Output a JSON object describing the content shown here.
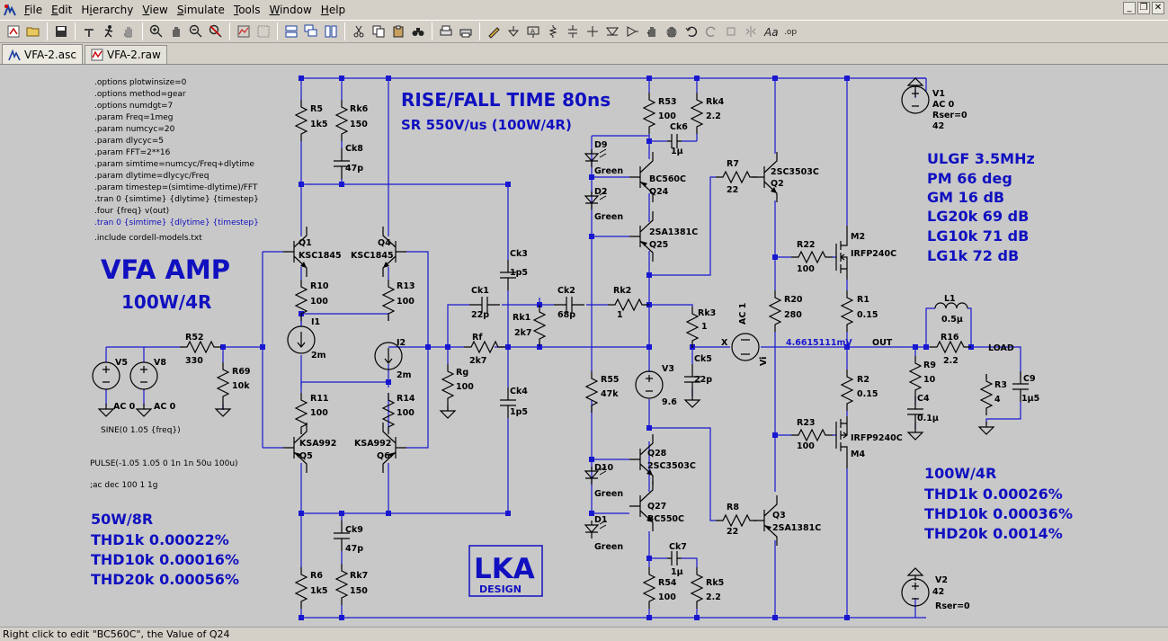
{
  "menu": {
    "items": [
      "File",
      "Edit",
      "Hierarchy",
      "View",
      "Simulate",
      "Tools",
      "Window",
      "Help"
    ],
    "mnemonics": [
      "F",
      "E",
      "i",
      "V",
      "S",
      "T",
      "W",
      "H"
    ]
  },
  "window_controls": [
    "_",
    "❐",
    "✕"
  ],
  "tabs": [
    {
      "label": "VFA-2.asc",
      "icon": "schematic-icon",
      "active": true
    },
    {
      "label": "VFA-2.raw",
      "icon": "waveform-icon",
      "active": false
    }
  ],
  "colors": {
    "canvas": "#c8c8c8",
    "wire": "#0000cc",
    "component": "#000000",
    "label_blue": "#1010c0",
    "directive_blue": "#2020c0"
  },
  "directives": [
    ".options plotwinsize=0",
    ".options method=gear",
    ".options numdgt=7",
    ".param Freq=1meg",
    ".param numcyc=20",
    ".param dlycyc=5",
    ".param FFT=2**16",
    ".param simtime=numcyc/Freq+dlytime",
    ".param dlytime=dlycyc/Freq",
    ".param timestep=(simtime-dlytime)/FFT",
    ".tran 0 {simtime} {dlytime} {timestep}",
    ".four {freq} v(out)",
    ".tran 0 {simtime} {dlytime} {timestep}",
    ".include cordell-models.txt"
  ],
  "notes": {
    "amp_title": "VFA AMP",
    "amp_sub": "100W/4R",
    "rise_fall": "RISE/FALL TIME 80ns",
    "slew": "SR 550V/us (100W/4R)",
    "loop": [
      "ULGF 3.5MHz",
      "PM 66 deg",
      "GM 16 dB",
      "LG20k 69 dB",
      "LG10k 71 dB",
      "LG1k 72 dB"
    ],
    "thd_100w": [
      "100W/4R",
      "THD1k 0.00026%",
      "THD10k 0.00036%",
      "THD20k 0.0014%"
    ],
    "thd_50w": [
      "50W/8R",
      "THD1k 0.00022%",
      "THD10k 0.00016%",
      "THD20k 0.00056%"
    ],
    "sine_src": "SINE(0 1.05 {freq})",
    "pulse_src": "PULSE(-1.05 1.05 0 1n 1n 50u 100u)",
    "ac_cmt": ";ac dec 100 1 1g",
    "logo_main": "LKA",
    "logo_sub": "DESIGN",
    "voltage_label": "4.6615111mV"
  },
  "components": {
    "R5": [
      "R5",
      "1k5"
    ],
    "Rk6": [
      "Rk6",
      "150"
    ],
    "Ck8": [
      "Ck8",
      "47p"
    ],
    "R53": [
      "R53",
      "100"
    ],
    "Rk4": [
      "Rk4",
      "2.2"
    ],
    "Ck6": [
      "Ck6",
      "1µ"
    ],
    "D9": [
      "D9",
      "Green"
    ],
    "D2": [
      "D2",
      "Green"
    ],
    "Q24": [
      "BC560C",
      "Q24"
    ],
    "Q25": [
      "2SA1381C",
      "Q25"
    ],
    "R7": [
      "R7",
      "22"
    ],
    "Q2": [
      "2SC3503C",
      "Q2"
    ],
    "M2": [
      "M2",
      "IRFP240C"
    ],
    "R22": [
      "R22",
      "100"
    ],
    "V1": [
      "V1",
      "AC 0",
      "Rser=0",
      "42"
    ],
    "Q1": [
      "Q1",
      "KSC1845"
    ],
    "Q4": [
      "Q4",
      "KSC1845"
    ],
    "R10": [
      "R10",
      "100"
    ],
    "R13": [
      "R13",
      "100"
    ],
    "I1": [
      "I1",
      "2m"
    ],
    "I2": [
      "I2",
      "2m"
    ],
    "Ck3": [
      "Ck3",
      "1p5"
    ],
    "Ck1": [
      "Ck1",
      "22p"
    ],
    "Ck2": [
      "Ck2",
      "68p"
    ],
    "Rk2": [
      "Rk2",
      "1"
    ],
    "Rk1": [
      "Rk1",
      "2k7"
    ],
    "Rk3": [
      "Rk3",
      "1"
    ],
    "AC1": [
      "AC 1",
      "Vi"
    ],
    "R20": [
      "R20",
      "280"
    ],
    "R1": [
      "R1",
      "0.15"
    ],
    "L1": [
      "L1",
      "0.5µ"
    ],
    "R16": [
      "R16",
      "2.2"
    ],
    "R52": [
      "R52",
      "330"
    ],
    "R69": [
      "R69",
      "10k"
    ],
    "V5": [
      "V5",
      "AC 0"
    ],
    "V8": [
      "V8",
      "AC 0"
    ],
    "Rf": [
      "Rf",
      "2k7"
    ],
    "Rg": [
      "Rg",
      "100"
    ],
    "Ck5": [
      "Ck5",
      "22p"
    ],
    "V3": [
      "V3",
      "9.6"
    ],
    "R55": [
      "R55",
      "47k"
    ],
    "R2": [
      "R2",
      "0.15"
    ],
    "R9": [
      "R9",
      "10"
    ],
    "C4": [
      "C4",
      "0.1µ"
    ],
    "R3": [
      "R3",
      "4"
    ],
    "C9": [
      "C9",
      "1µ5"
    ],
    "R11": [
      "R11",
      "100"
    ],
    "R14": [
      "R14",
      "100"
    ],
    "Ck4": [
      "Ck4",
      "1p5"
    ],
    "Q5": [
      "KSA992",
      "Q5"
    ],
    "Q6": [
      "KSA992",
      "Q6"
    ],
    "R23": [
      "R23",
      "100"
    ],
    "M4": [
      "IRFP9240C",
      "M4"
    ],
    "Q28": [
      "Q28",
      "2SC3503C"
    ],
    "D10": [
      "D10",
      "Green"
    ],
    "Q27": [
      "Q27",
      "BC550C"
    ],
    "D1": [
      "D1",
      "Green"
    ],
    "R8": [
      "R8",
      "22"
    ],
    "Q3": [
      "Q3",
      "2SA1381C"
    ],
    "Ck9": [
      "Ck9",
      "47p"
    ],
    "R6": [
      "R6",
      "1k5"
    ],
    "Rk7": [
      "Rk7",
      "150"
    ],
    "Ck7": [
      "Ck7",
      "1µ"
    ],
    "R54": [
      "R54",
      "100"
    ],
    "Rk5": [
      "Rk5",
      "2.2"
    ],
    "V2": [
      "V2",
      "42",
      "Rser=0"
    ]
  },
  "net_labels": {
    "x": "X",
    "out": "OUT",
    "load": "LOAD"
  },
  "status": "Right click to edit \"BC560C\", the Value of Q24"
}
